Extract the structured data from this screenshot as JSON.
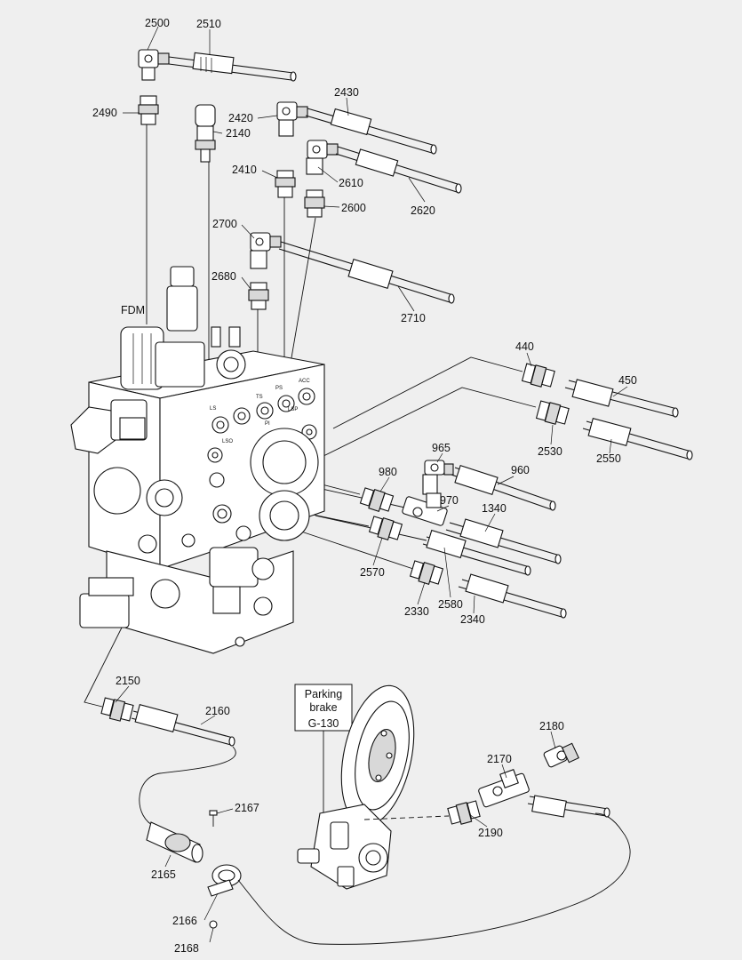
{
  "callouts": [
    {
      "id": "2500",
      "text": "2500"
    },
    {
      "id": "2510",
      "text": "2510"
    },
    {
      "id": "2490",
      "text": "2490"
    },
    {
      "id": "2430",
      "text": "2430"
    },
    {
      "id": "2420",
      "text": "2420"
    },
    {
      "id": "2140",
      "text": "2140"
    },
    {
      "id": "2410",
      "text": "2410"
    },
    {
      "id": "2610",
      "text": "2610"
    },
    {
      "id": "2600",
      "text": "2600"
    },
    {
      "id": "2620",
      "text": "2620"
    },
    {
      "id": "2700",
      "text": "2700"
    },
    {
      "id": "2680",
      "text": "2680"
    },
    {
      "id": "fdm",
      "text": "FDM"
    },
    {
      "id": "2710",
      "text": "2710"
    },
    {
      "id": "440",
      "text": "440"
    },
    {
      "id": "450",
      "text": "450"
    },
    {
      "id": "2530",
      "text": "2530"
    },
    {
      "id": "2550",
      "text": "2550"
    },
    {
      "id": "965",
      "text": "965"
    },
    {
      "id": "980",
      "text": "980"
    },
    {
      "id": "960",
      "text": "960"
    },
    {
      "id": "970",
      "text": "970"
    },
    {
      "id": "1340",
      "text": "1340"
    },
    {
      "id": "2570",
      "text": "2570"
    },
    {
      "id": "2330",
      "text": "2330"
    },
    {
      "id": "2580",
      "text": "2580"
    },
    {
      "id": "2340",
      "text": "2340"
    },
    {
      "id": "2150",
      "text": "2150"
    },
    {
      "id": "2160",
      "text": "2160"
    },
    {
      "id": "2180",
      "text": "2180"
    },
    {
      "id": "2170",
      "text": "2170"
    },
    {
      "id": "2167",
      "text": "2167"
    },
    {
      "id": "2190",
      "text": "2190"
    },
    {
      "id": "2165",
      "text": "2165"
    },
    {
      "id": "2166",
      "text": "2166"
    },
    {
      "id": "2168",
      "text": "2168"
    }
  ],
  "parking_brake_box": {
    "line1": "Parking",
    "line2": "brake",
    "line3": "G-130"
  },
  "port_marks": [
    "LS",
    "PS",
    "ACC",
    "LSP",
    "LSO",
    "PI",
    "TS"
  ]
}
